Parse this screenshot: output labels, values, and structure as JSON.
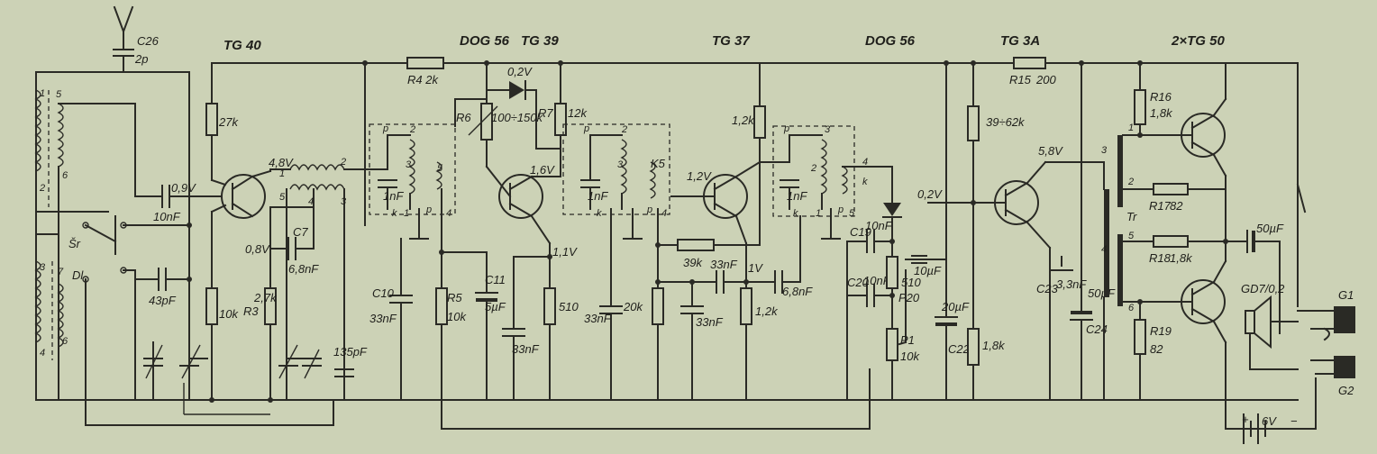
{
  "labels": {
    "tg40": "TG 40",
    "dog56a": "DOG 56",
    "tg39": "TG 39",
    "tg37": "TG 37",
    "dog56b": "DOG 56",
    "tg3a": "TG 3A",
    "tg50": "2×TG 50",
    "c26": "C26",
    "c26v": "2p",
    "r4": "R4 2k",
    "d02": "0,2V",
    "r6": "R6",
    "r6v": "100÷150k",
    "r7": "R7",
    "r7v": "12k",
    "r27k": "27k",
    "v48": "4,8V",
    "v09": "0,9V",
    "c10n": "10nF",
    "v08": "0,8V",
    "c7": "C7",
    "c7v": "6,8nF",
    "r3": "R3",
    "r3v": "2,7k",
    "r10k": "10k",
    "c43": "43pF",
    "c135": "135pF",
    "sr": "Šr",
    "dl": "Dl",
    "c1nf_a": "1nF",
    "c1nf_b": "1nF",
    "c1nf_c": "1nF",
    "k5": "K5",
    "v16": "1,6V",
    "c10": "C10",
    "c10v": "33nF",
    "r5": "R5",
    "r5v": "10k",
    "c11": "C11",
    "c11v": "5µF",
    "v11": "1,1V",
    "r510": "510",
    "c33_a": "33nF",
    "c33_b": "33nF",
    "r12k_a": "1,2k",
    "v12": "1,2V",
    "r39k": "39k",
    "c33_c": "33nF",
    "v1": "1V",
    "c68": "6,8nF",
    "r20k": "20k",
    "c33_d": "33nF",
    "r12k_b": "1,2k",
    "c19": "C19",
    "c19v": "10nF",
    "c20": "C20",
    "c20v": "10nF",
    "v02b": "0,2V",
    "c10uf": "10µF",
    "p20": "P20",
    "p20v": "510",
    "p1": "P1",
    "p1v": "10k",
    "c22": "C22",
    "c22v": "20µF",
    "r3962": "39÷62k",
    "r18k": "1,8k",
    "v58": "5,8V",
    "r15": "R15",
    "r15v": "200",
    "c23": "C23",
    "c23v": "3,3nF",
    "c24": "C24",
    "c24v": "50µF",
    "tr": "Tr",
    "r16": "R16",
    "r16v": "1,8k",
    "r17": "R17",
    "r17v": "82",
    "r18": "R18",
    "r18v": "1,8k",
    "r19": "R19",
    "r19v": "82",
    "c50": "50µF",
    "gd": "GD7/0,2",
    "g1": "G1",
    "g2": "G2",
    "batt": "6V",
    "plus": "+",
    "minus": "−",
    "p": "p",
    "k": "k",
    "n1": "1",
    "n2": "2",
    "n3": "3",
    "n4": "4",
    "n5": "5",
    "n6": "6",
    "n7": "7"
  }
}
